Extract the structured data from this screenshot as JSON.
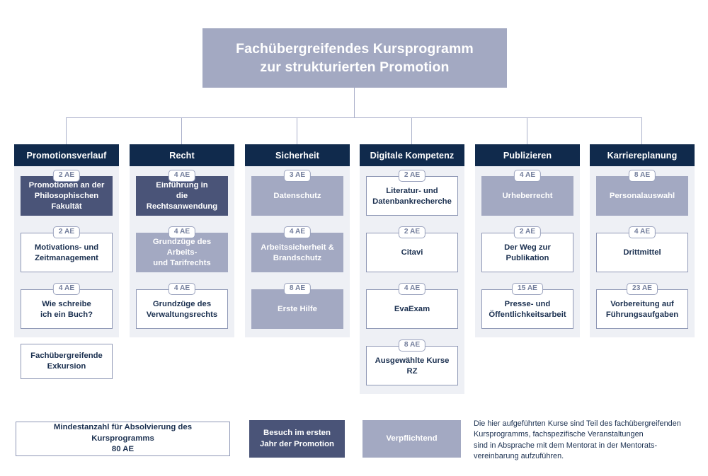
{
  "title": {
    "text": "Fachübergreifendes Kursprogramm\nzur strukturierten Promotion"
  },
  "colors": {
    "header_navy": "#102a4c",
    "title_lilac": "#a3a9c2",
    "dark_slate": "#4a5478",
    "panel_bg": "#eef0f5",
    "connector": "#aab0ca",
    "text_navy": "#1b3050",
    "badge_text": "#737e9c"
  },
  "columns": [
    {
      "header": "Promotionsverlauf",
      "cards": [
        {
          "ae": "2 AE",
          "label": "Promotionen an der\nPhilosophischen Fakultät",
          "variant": "v-dark",
          "height": 56
        },
        {
          "ae": "2 AE",
          "label": "Motivations- und\nZeitmanagement",
          "variant": "v-white",
          "height": 56
        },
        {
          "ae": "4 AE",
          "label": "Wie schreibe\nich ein Buch?",
          "variant": "v-white",
          "height": 56
        }
      ],
      "detached": {
        "label": "Fachübergreifende\nExkursion",
        "variant": "v-white"
      }
    },
    {
      "header": "Recht",
      "cards": [
        {
          "ae": "4 AE",
          "label": "Einführung in\ndie Rechtsanwendung",
          "variant": "v-dark",
          "height": 56
        },
        {
          "ae": "4 AE",
          "label": "Grundzüge des Arbeits-\nund Tarifrechts",
          "variant": "v-lilac",
          "height": 56
        },
        {
          "ae": "4 AE",
          "label": "Grundzüge des\nVerwaltungsrechts",
          "variant": "v-white",
          "height": 56
        }
      ],
      "detached": null
    },
    {
      "header": "Sicherheit",
      "cards": [
        {
          "ae": "3 AE",
          "label": "Datenschutz",
          "variant": "v-lilac",
          "height": 56
        },
        {
          "ae": "4 AE",
          "label": "Arbeitssicherheit &\nBrandschutz",
          "variant": "v-lilac",
          "height": 56
        },
        {
          "ae": "8 AE",
          "label": "Erste Hilfe",
          "variant": "v-lilac",
          "height": 56
        }
      ],
      "detached": null
    },
    {
      "header": "Digitale Kompetenz",
      "cards": [
        {
          "ae": "2 AE",
          "label": "Literatur- und\nDatenbankrecherche",
          "variant": "v-white",
          "height": 56
        },
        {
          "ae": "2 AE",
          "label": "Citavi",
          "variant": "v-white",
          "height": 56
        },
        {
          "ae": "4 AE",
          "label": "EvaExam",
          "variant": "v-white",
          "height": 56
        },
        {
          "ae": "8 AE",
          "label": "Ausgewählte Kurse RZ",
          "variant": "v-white",
          "height": 56
        }
      ],
      "detached": null
    },
    {
      "header": "Publizieren",
      "cards": [
        {
          "ae": "4 AE",
          "label": "Urheberrecht",
          "variant": "v-lilac",
          "height": 56
        },
        {
          "ae": "2 AE",
          "label": "Der Weg zur Publikation",
          "variant": "v-white",
          "height": 56
        },
        {
          "ae": "15 AE",
          "label": "Presse- und\nÖffentlichkeitsarbeit",
          "variant": "v-white",
          "height": 56
        }
      ],
      "detached": null
    },
    {
      "header": "Karriereplanung",
      "cards": [
        {
          "ae": "8 AE",
          "label": "Personalauswahl",
          "variant": "v-lilac",
          "height": 56
        },
        {
          "ae": "4 AE",
          "label": "Drittmittel",
          "variant": "v-white",
          "height": 56
        },
        {
          "ae": "23 AE",
          "label": "Vorbereitung auf\nFührungsaufgaben",
          "variant": "v-white",
          "height": 56
        }
      ],
      "detached": null
    }
  ],
  "legend": {
    "minimum": "Mindestanzahl für Absolvierung des Kursprogramms\n80 AE",
    "first_year": "Besuch im ersten\nJahr der Promotion",
    "mandatory": "Verpflichtend",
    "footnote": "Die hier aufgeführten Kurse sind Teil des fachübergreifenden\nKursprogramms, fachspezifische Veranstaltungen\nsind in Absprache mit dem Mentorat in der Mentorats-\nvereinbarung aufzuführen."
  }
}
